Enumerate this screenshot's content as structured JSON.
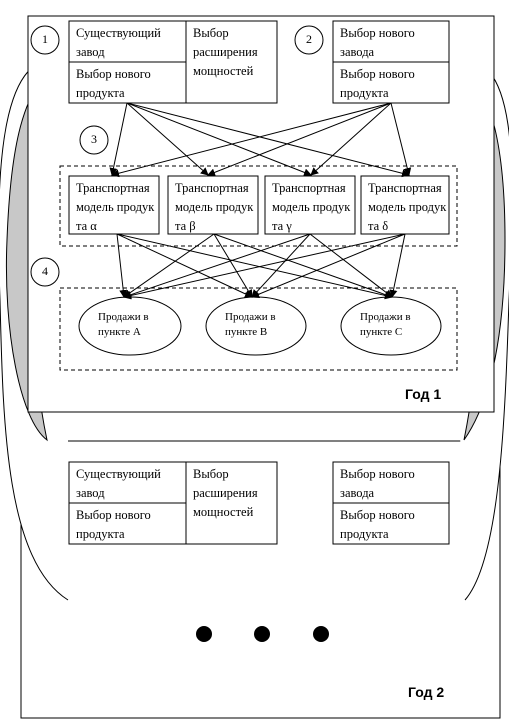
{
  "year1": {
    "label": "Год 1",
    "stage_numbers": [
      "1",
      "2",
      "3",
      "4"
    ],
    "existing_plant": "Существующий завод",
    "capacity_expansion": "Выбор расширения мощностей",
    "product_choice_left": "Выбор нового продукта",
    "new_plant": "Выбор нового завода",
    "product_choice_right": "Выбор нового продукта",
    "transport_models": [
      "Транспортная модель продукта α",
      "Транспортная модель продукта β",
      "Транспортная модель продукта γ",
      "Транспортная модель продукта δ"
    ],
    "sales": [
      "Продажи в пункте A",
      "Продажи в пункте B",
      "Продажи в пункте C"
    ]
  },
  "year2": {
    "label": "Год 2",
    "existing_plant": "Существующий завод",
    "capacity_expansion": "Выбор расширения мощностей",
    "product_choice_left": "Выбор нового продукта",
    "new_plant": "Выбор нового завода",
    "product_choice_right": "Выбор нового продукта"
  }
}
